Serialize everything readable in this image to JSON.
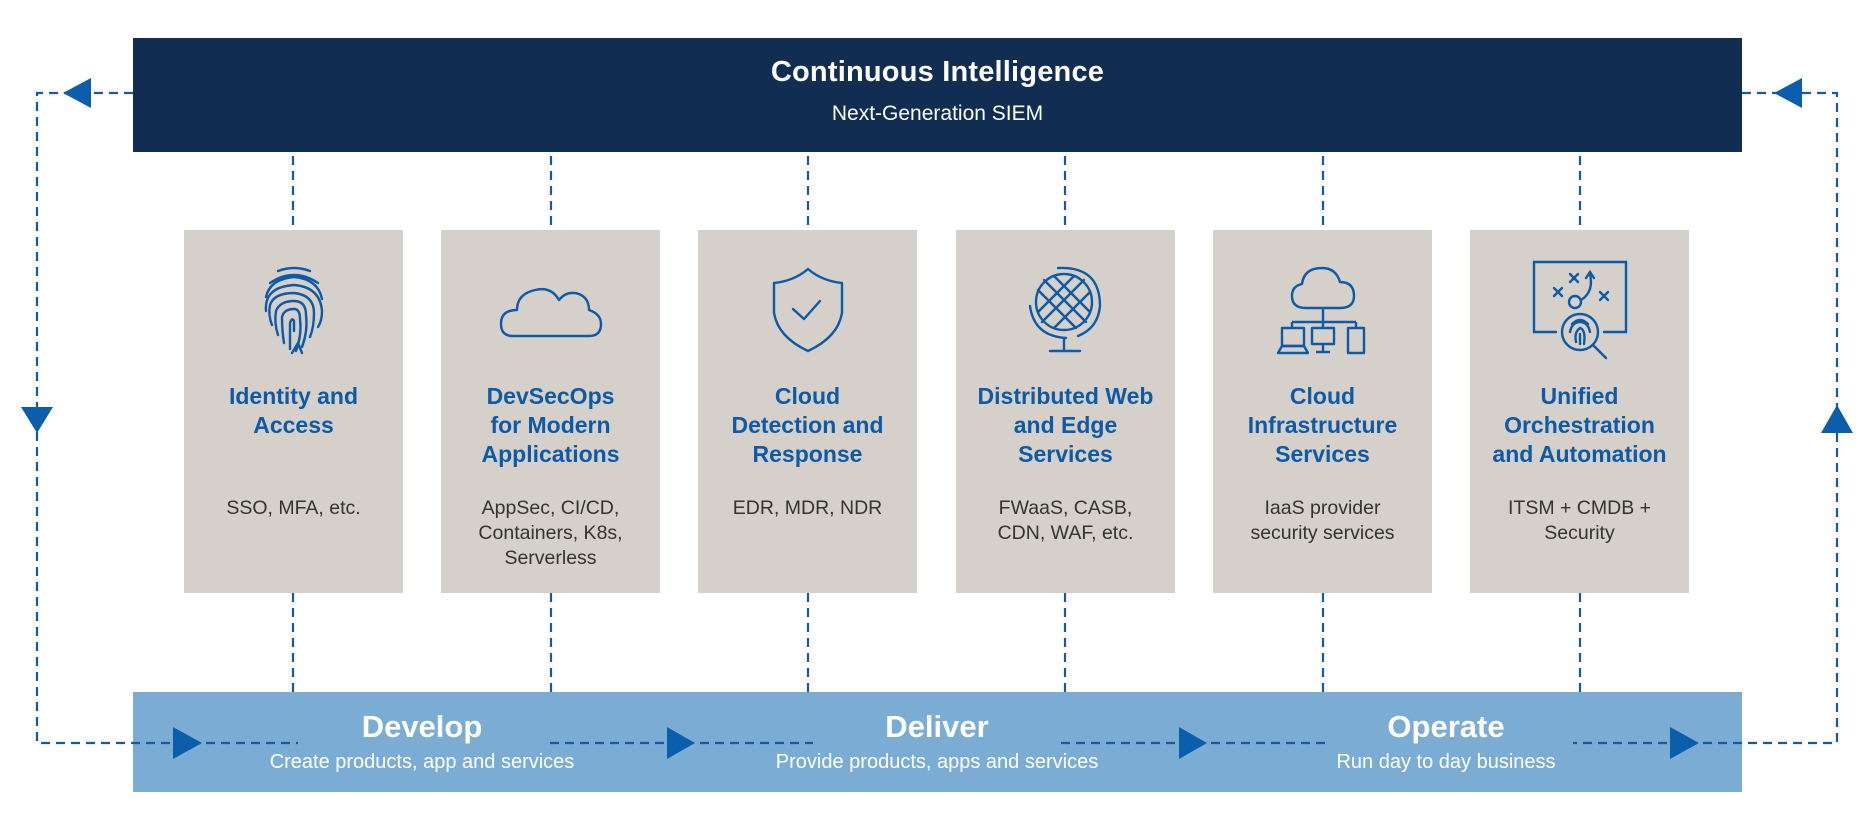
{
  "header": {
    "title": "Continuous Intelligence",
    "subtitle": "Next-Generation SIEM"
  },
  "cards": [
    {
      "icon": "fingerprint-icon",
      "title": "Identity and Access",
      "title_lines": [
        "Identity and",
        "Access"
      ],
      "description": "SSO, MFA, etc.",
      "desc_lines": [
        "SSO, MFA, etc."
      ]
    },
    {
      "icon": "cloud-icon",
      "title": "DevSecOps for Modern Applications",
      "title_lines": [
        "DevSecOps",
        "for Modern",
        "Applications"
      ],
      "description": "AppSec, CI/CD, Containers, K8s, Serverless",
      "desc_lines": [
        "AppSec, CI/CD,",
        "Containers, K8s,",
        "Serverless"
      ]
    },
    {
      "icon": "shield-check-icon",
      "title": "Cloud Detection and Response",
      "title_lines": [
        "Cloud",
        "Detection and",
        "Response"
      ],
      "description": "EDR, MDR, NDR",
      "desc_lines": [
        "EDR, MDR, NDR"
      ]
    },
    {
      "icon": "globe-icon",
      "title": "Distributed Web and Edge Services",
      "title_lines": [
        "Distributed Web",
        "and Edge",
        "Services"
      ],
      "description": "FWaaS, CASB, CDN, WAF, etc.",
      "desc_lines": [
        "FWaaS, CASB,",
        "CDN, WAF, etc."
      ]
    },
    {
      "icon": "cloud-network-icon",
      "title": "Cloud Infrastructure Services",
      "title_lines": [
        "Cloud",
        "Infrastructure",
        "Services"
      ],
      "description": "IaaS provider security services",
      "desc_lines": [
        "IaaS provider",
        "security services"
      ]
    },
    {
      "icon": "orchestration-fingerprint-icon",
      "title": "Unified Orchestration and Automation",
      "title_lines": [
        "Unified",
        "Orchestration",
        "and Automation"
      ],
      "description": "ITSM + CMDB + Security",
      "desc_lines": [
        "ITSM + CMDB +",
        "Security"
      ]
    }
  ],
  "phases": [
    {
      "title": "Develop",
      "subtitle": "Create products, app and services"
    },
    {
      "title": "Deliver",
      "subtitle": "Provide products, apps and services"
    },
    {
      "title": "Operate",
      "subtitle": "Run day to day business"
    }
  ],
  "colors": {
    "header_bg": "#112d52",
    "card_bg": "#d6d0cb",
    "card_title": "#0d5aa7",
    "card_text": "#333333",
    "phase_bar_bg": "#7badd4",
    "connector": "#1a5a9a",
    "arrow": "#0a5eab"
  }
}
